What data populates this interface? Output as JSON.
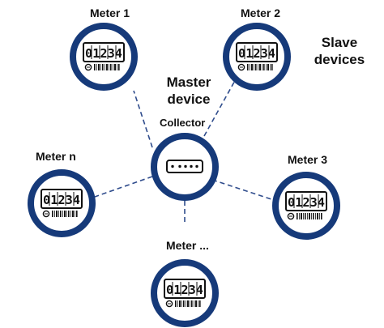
{
  "colors": {
    "ring": "#163a7a",
    "ring_fill": "#ffffff",
    "line": "#2f4c8c",
    "ink": "#111111"
  },
  "labels": {
    "master_line1": "Master",
    "master_line2": "device",
    "collector": "Collector",
    "slave_line1": "Slave",
    "slave_line2": "devices"
  },
  "collector": {
    "icon": "collector-box-icon"
  },
  "meters": [
    {
      "label": "Meter 1",
      "reading": "01234"
    },
    {
      "label": "Meter 2",
      "reading": "01234"
    },
    {
      "label": "Meter n",
      "reading": "01234"
    },
    {
      "label": "Meter 3",
      "reading": "01234"
    },
    {
      "label": "Meter ...",
      "reading": "01234"
    }
  ]
}
